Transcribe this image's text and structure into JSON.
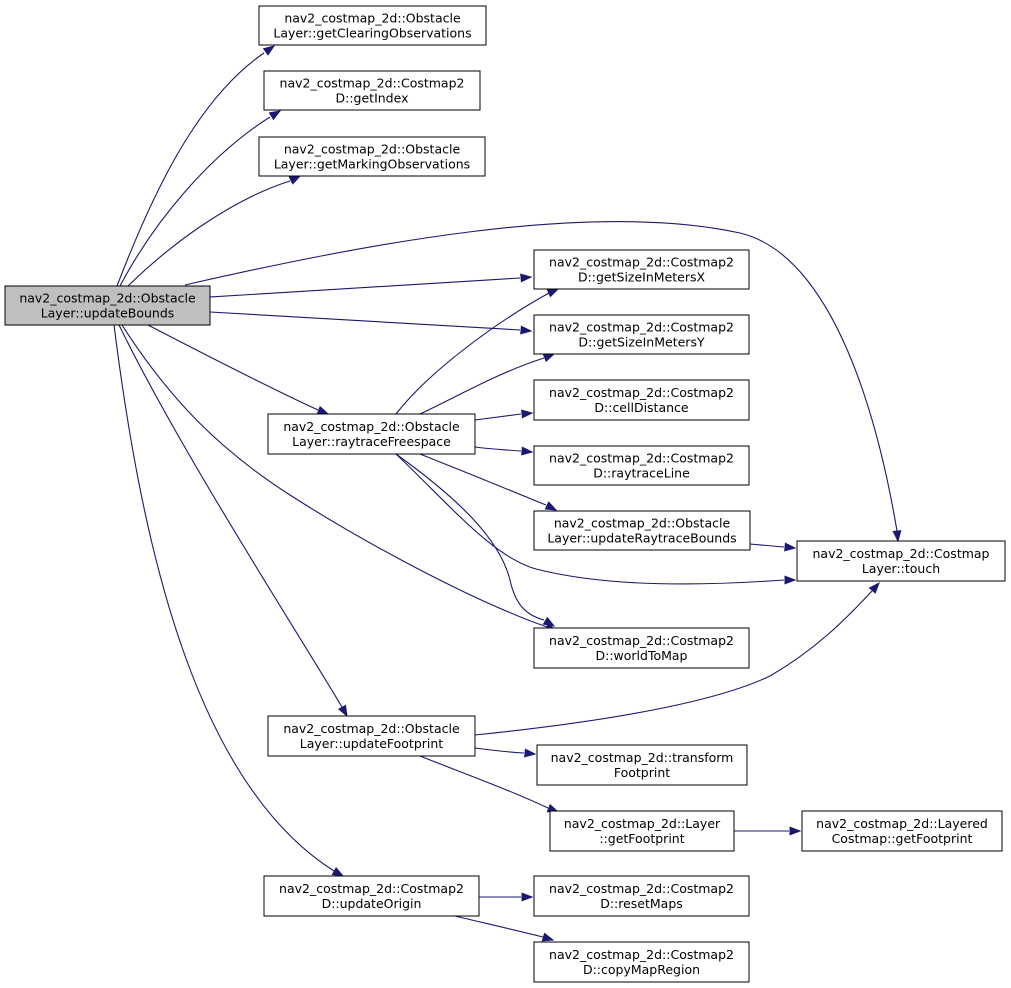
{
  "graph": {
    "colors": {
      "edge": "#191970",
      "root_fill": "#bfbfbf",
      "node_fill": "#ffffff",
      "node_border": "#000000",
      "background": "#ffffff"
    },
    "nodes": [
      {
        "id": "updateBounds",
        "line1": "nav2_costmap_2d::Obstacle",
        "line2": "Layer::updateBounds",
        "highlighted": true
      },
      {
        "id": "getClearingObservations",
        "line1": "nav2_costmap_2d::Obstacle",
        "line2": "Layer::getClearingObservations"
      },
      {
        "id": "getIndex",
        "line1": "nav2_costmap_2d::Costmap2",
        "line2": "D::getIndex"
      },
      {
        "id": "getMarkingObservations",
        "line1": "nav2_costmap_2d::Obstacle",
        "line2": "Layer::getMarkingObservations"
      },
      {
        "id": "getSizeInMetersX",
        "line1": "nav2_costmap_2d::Costmap2",
        "line2": "D::getSizeInMetersX"
      },
      {
        "id": "getSizeInMetersY",
        "line1": "nav2_costmap_2d::Costmap2",
        "line2": "D::getSizeInMetersY"
      },
      {
        "id": "raytraceFreespace",
        "line1": "nav2_costmap_2d::Obstacle",
        "line2": "Layer::raytraceFreespace"
      },
      {
        "id": "cellDistance",
        "line1": "nav2_costmap_2d::Costmap2",
        "line2": "D::cellDistance"
      },
      {
        "id": "raytraceLine",
        "line1": "nav2_costmap_2d::Costmap2",
        "line2": "D::raytraceLine"
      },
      {
        "id": "updateRaytraceBounds",
        "line1": "nav2_costmap_2d::Obstacle",
        "line2": "Layer::updateRaytraceBounds"
      },
      {
        "id": "touch",
        "line1": "nav2_costmap_2d::Costmap",
        "line2": "Layer::touch"
      },
      {
        "id": "worldToMap",
        "line1": "nav2_costmap_2d::Costmap2",
        "line2": "D::worldToMap"
      },
      {
        "id": "updateFootprint",
        "line1": "nav2_costmap_2d::Obstacle",
        "line2": "Layer::updateFootprint"
      },
      {
        "id": "transformFootprint",
        "line1": "nav2_costmap_2d::transform",
        "line2": "Footprint"
      },
      {
        "id": "layerGetFootprint",
        "line1": "nav2_costmap_2d::Layer",
        "line2": "::getFootprint"
      },
      {
        "id": "layeredGetFootprint",
        "line1": "nav2_costmap_2d::Layered",
        "line2": "Costmap::getFootprint"
      },
      {
        "id": "updateOrigin",
        "line1": "nav2_costmap_2d::Costmap2",
        "line2": "D::updateOrigin"
      },
      {
        "id": "resetMaps",
        "line1": "nav2_costmap_2d::Costmap2",
        "line2": "D::resetMaps"
      },
      {
        "id": "copyMapRegion",
        "line1": "nav2_costmap_2d::Costmap2",
        "line2": "D::copyMapRegion"
      }
    ],
    "edges": [
      {
        "from": "updateBounds",
        "to": "getClearingObservations"
      },
      {
        "from": "updateBounds",
        "to": "getIndex"
      },
      {
        "from": "updateBounds",
        "to": "getMarkingObservations"
      },
      {
        "from": "updateBounds",
        "to": "touch"
      },
      {
        "from": "updateBounds",
        "to": "getSizeInMetersX"
      },
      {
        "from": "updateBounds",
        "to": "getSizeInMetersY"
      },
      {
        "from": "updateBounds",
        "to": "raytraceFreespace"
      },
      {
        "from": "updateBounds",
        "to": "worldToMap"
      },
      {
        "from": "updateBounds",
        "to": "updateFootprint"
      },
      {
        "from": "updateBounds",
        "to": "updateOrigin"
      },
      {
        "from": "raytraceFreespace",
        "to": "getSizeInMetersX"
      },
      {
        "from": "raytraceFreespace",
        "to": "getSizeInMetersY"
      },
      {
        "from": "raytraceFreespace",
        "to": "cellDistance"
      },
      {
        "from": "raytraceFreespace",
        "to": "raytraceLine"
      },
      {
        "from": "raytraceFreespace",
        "to": "updateRaytraceBounds"
      },
      {
        "from": "raytraceFreespace",
        "to": "touch"
      },
      {
        "from": "raytraceFreespace",
        "to": "worldToMap"
      },
      {
        "from": "updateRaytraceBounds",
        "to": "touch"
      },
      {
        "from": "updateFootprint",
        "to": "touch"
      },
      {
        "from": "updateFootprint",
        "to": "transformFootprint"
      },
      {
        "from": "updateFootprint",
        "to": "layerGetFootprint"
      },
      {
        "from": "layerGetFootprint",
        "to": "layeredGetFootprint"
      },
      {
        "from": "updateOrigin",
        "to": "resetMaps"
      },
      {
        "from": "updateOrigin",
        "to": "copyMapRegion"
      }
    ]
  }
}
